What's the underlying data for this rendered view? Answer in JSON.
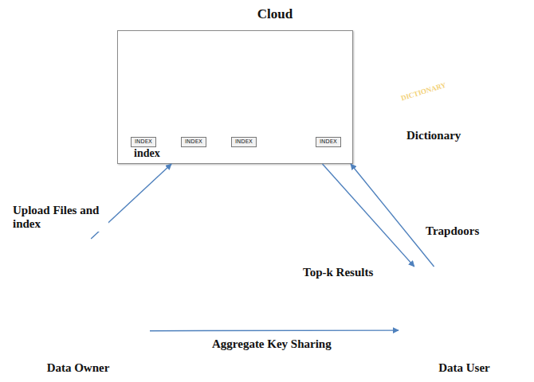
{
  "diagram": {
    "nodes": [
      {
        "text": [
          "Cloud"
        ]
      },
      {
        "text": [
          "index"
        ],
        "in": 0
      },
      {
        "text": [
          "INDEX"
        ],
        "in": 1
      },
      {
        "text": [
          "INDEX"
        ],
        "in": 1
      },
      {
        "text": [
          "INDEX"
        ],
        "in": 1
      },
      {
        "text": [
          "INDEX"
        ],
        "in": 1
      },
      {
        "text": [
          "DICTIONARY",
          "Dictionary"
        ],
        "in": 0
      },
      {
        "text": [
          "Data Owner"
        ]
      },
      {
        "text": [
          "Data User"
        ]
      }
    ],
    "edges": [
      {
        "from": 7,
        "to": 1,
        "arrow": "to",
        "label": "Upload Files and index"
      },
      {
        "from": 8,
        "to": 1,
        "arrow": "to",
        "label": "Trapdoors"
      },
      {
        "from": 1,
        "to": 8,
        "arrow": "to",
        "label": "Top-k Results"
      },
      {
        "from": 7,
        "to": 8,
        "arrow": "to",
        "label": "Aggregate Key Sharing"
      }
    ]
  }
}
